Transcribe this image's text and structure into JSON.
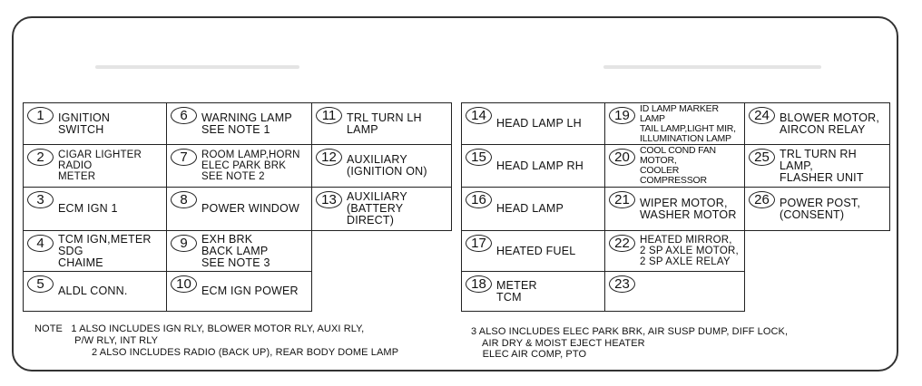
{
  "left_fuses": [
    {
      "num": "1",
      "label": "IGNITION\nSWITCH"
    },
    {
      "num": "6",
      "label": "WARNING LAMP\nSEE NOTE 1"
    },
    {
      "num": "11",
      "label": "TRL TURN LH LAMP"
    },
    {
      "num": "2",
      "label": "CIGAR LIGHTER\nRADIO\nMETER"
    },
    {
      "num": "7",
      "label": "ROOM LAMP,HORN\nELEC PARK BRK\nSEE NOTE 2"
    },
    {
      "num": "12",
      "label": "AUXILIARY\n(IGNITION ON)"
    },
    {
      "num": "3",
      "label": "ECM IGN 1"
    },
    {
      "num": "8",
      "label": "POWER WINDOW"
    },
    {
      "num": "13",
      "label": "AUXILIARY\n(BATTERY DIRECT)"
    },
    {
      "num": "4",
      "label": "TCM IGN,METER\nSDG\nCHAIME"
    },
    {
      "num": "9",
      "label": "EXH BRK\nBACK LAMP\nSEE NOTE 3"
    },
    {
      "num": "5",
      "label": "ALDL CONN."
    },
    {
      "num": "10",
      "label": "ECM IGN POWER"
    }
  ],
  "right_fuses": [
    {
      "num": "14",
      "label": "HEAD LAMP LH"
    },
    {
      "num": "19",
      "label": "ID LAMP MARKER LAMP\nTAIL LAMP,LIGHT MIR,\nILLUMINATION LAMP"
    },
    {
      "num": "24",
      "label": "BLOWER MOTOR,\nAIRCON RELAY"
    },
    {
      "num": "15",
      "label": "HEAD LAMP RH"
    },
    {
      "num": "20",
      "label": "COOL COND FAN MOTOR,\nCOOLER COMPRESSOR"
    },
    {
      "num": "25",
      "label": "TRL TURN RH LAMP,\nFLASHER UNIT"
    },
    {
      "num": "16",
      "label": "HEAD LAMP"
    },
    {
      "num": "21",
      "label": "WIPER MOTOR,\nWASHER MOTOR"
    },
    {
      "num": "26",
      "label": "POWER POST,\n(CONSENT)"
    },
    {
      "num": "17",
      "label": "HEATED FUEL"
    },
    {
      "num": "22",
      "label": "HEATED MIRROR,\n2 SP AXLE MOTOR,\n2 SP AXLE RELAY"
    },
    {
      "num": "18",
      "label": "METER\nTCM"
    },
    {
      "num": "23",
      "label": ""
    }
  ],
  "notes": {
    "note1": "NOTE   1 ALSO INCLUDES IGN RLY, BLOWER MOTOR RLY, AUXI RLY,\n              P/W RLY, INT RLY",
    "note2": "2 ALSO INCLUDES RADIO (BACK UP), REAR BODY DOME LAMP",
    "note3": "3 ALSO INCLUDES ELEC PARK BRK, AIR SUSP DUMP, DIFF LOCK,\n    AIR DRY & MOIST EJECT HEATER\n    ELEC AIR COMP, PTO"
  }
}
